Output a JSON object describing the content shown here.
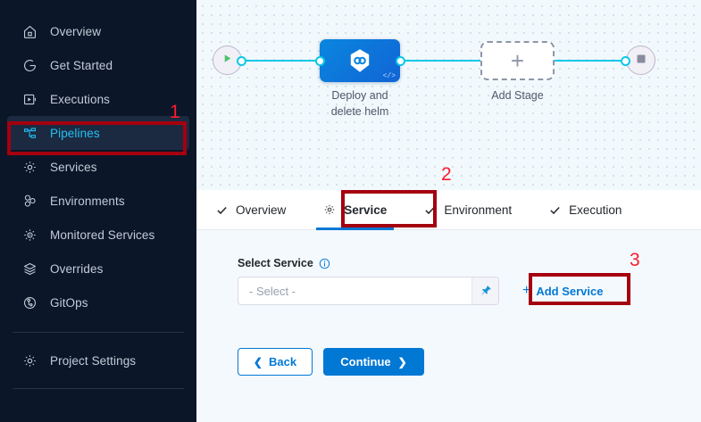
{
  "sidebar": {
    "items": [
      {
        "label": "Overview",
        "icon": "home-icon",
        "active": false
      },
      {
        "label": "Get Started",
        "icon": "get-started-icon",
        "active": false
      },
      {
        "label": "Executions",
        "icon": "executions-icon",
        "active": false
      },
      {
        "label": "Pipelines",
        "icon": "pipelines-icon",
        "active": true
      },
      {
        "label": "Services",
        "icon": "gear-icon",
        "active": false
      },
      {
        "label": "Environments",
        "icon": "environments-icon",
        "active": false
      },
      {
        "label": "Monitored Services",
        "icon": "monitored-services-icon",
        "active": false
      },
      {
        "label": "Overrides",
        "icon": "layers-icon",
        "active": false
      },
      {
        "label": "GitOps",
        "icon": "gitops-icon",
        "active": false
      }
    ],
    "footer_items": [
      {
        "label": "Project Settings",
        "icon": "gear-icon",
        "active": false
      }
    ]
  },
  "canvas": {
    "start_node": {
      "name": "start-node",
      "icon": "play-icon"
    },
    "end_node": {
      "name": "end-node",
      "icon": "stop-icon"
    },
    "stage": {
      "label": "Deploy and delete helm",
      "label_line1": "Deploy and",
      "label_line2": "delete helm",
      "icon": "harness-cd-hexagon-icon",
      "badge": "</>"
    },
    "add_stage": {
      "label": "Add Stage",
      "icon": "plus-icon"
    }
  },
  "tabs": [
    {
      "label": "Overview",
      "icon": "check-icon",
      "active": false
    },
    {
      "label": "Service",
      "icon": "gear-icon",
      "active": true
    },
    {
      "label": "Environment",
      "icon": "check-icon",
      "active": false
    },
    {
      "label": "Execution",
      "icon": "check-icon",
      "active": false
    }
  ],
  "form": {
    "select_service_label": "Select Service",
    "select_service_info_icon": "info-icon",
    "select_placeholder": "- Select -",
    "pin_icon": "pin-icon",
    "add_service_label": "Add Service",
    "add_service_icon": "plus-icon",
    "back_label": "Back",
    "back_icon": "chevron-left-icon",
    "continue_label": "Continue",
    "continue_icon": "chevron-right-icon"
  },
  "annotations": [
    {
      "number": "1",
      "target": "sidebar-item-pipelines"
    },
    {
      "number": "2",
      "target": "tab-service"
    },
    {
      "number": "3",
      "target": "add-service-button"
    }
  ],
  "colors": {
    "sidebar_bg": "#0b1628",
    "sidebar_active_bg": "#1b2a40",
    "sidebar_active_text": "#24c0f5",
    "accent_blue": "#0278d5",
    "wire_cyan": "#0bc8e8",
    "annotation_red": "#a4000f",
    "annotation_number": "#fb1b2e"
  }
}
